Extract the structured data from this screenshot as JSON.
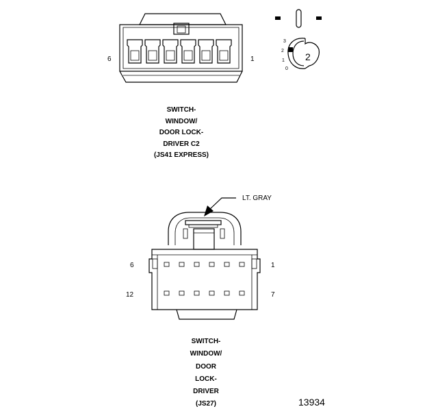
{
  "top_connector": {
    "pin_left": "6",
    "pin_right": "1",
    "caption": [
      "SWITCH-",
      "WINDOW/",
      "DOOR LOCK-",
      "DRIVER C2",
      "(JS41 EXPRESS)"
    ]
  },
  "key_icon": {
    "label": "2",
    "positions": [
      "3",
      "2",
      "1",
      "0"
    ]
  },
  "bottom_connector": {
    "color_callout": "LT. GRAY",
    "pin_top_left": "6",
    "pin_top_right": "1",
    "pin_bottom_left": "12",
    "pin_bottom_right": "7",
    "caption": [
      "SWITCH-",
      "WINDOW/",
      "DOOR",
      "LOCK-",
      "DRIVER",
      "(JS27)"
    ]
  },
  "figure_number": "13934"
}
